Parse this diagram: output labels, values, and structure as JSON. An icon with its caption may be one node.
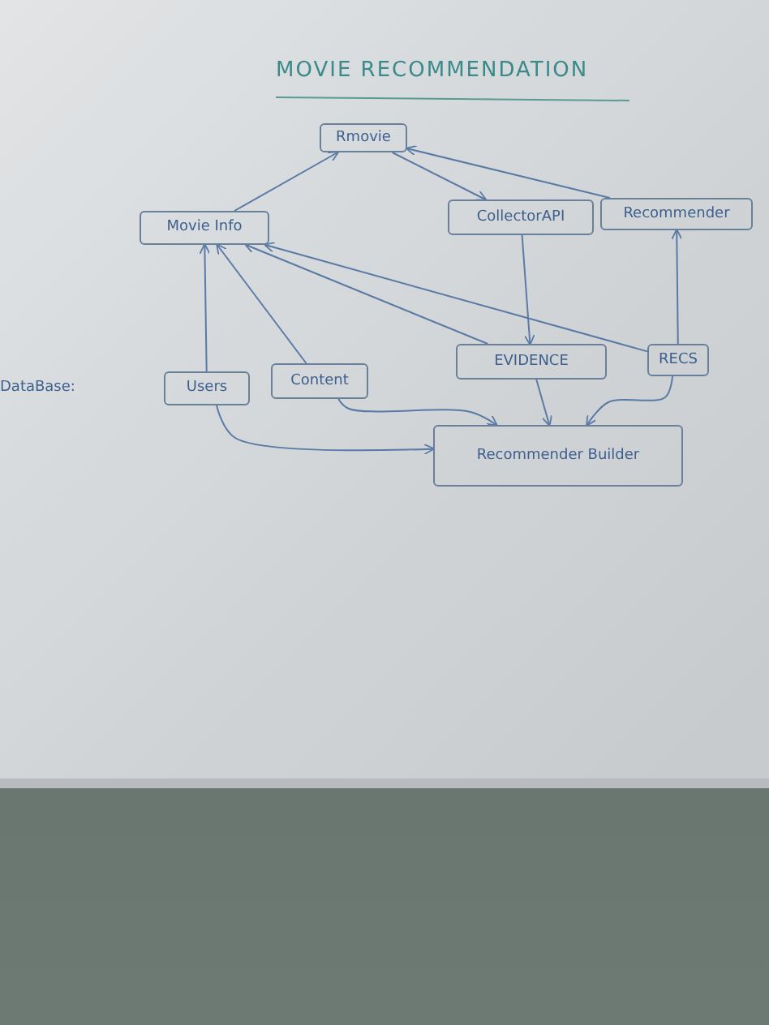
{
  "diagram": {
    "title": "MOVIE RECOMMENDATION",
    "nodes": [
      {
        "text": [
          "Rmovie"
        ]
      },
      {
        "text": [
          "Movie Info"
        ]
      },
      {
        "text": [
          "CollectorAPI"
        ]
      },
      {
        "text": [
          "Recommender"
        ]
      },
      {
        "text": [
          "Users"
        ]
      },
      {
        "text": [
          "Content"
        ]
      },
      {
        "text": [
          "EVIDENCE"
        ]
      },
      {
        "text": [
          "RECS"
        ]
      },
      {
        "text": [
          "Recommender Builder"
        ]
      }
    ],
    "edges": [
      {
        "from": 1,
        "to": 0,
        "arrow": "to"
      },
      {
        "from": 0,
        "to": 2,
        "arrow": "to"
      },
      {
        "from": 3,
        "to": 0,
        "arrow": "to"
      },
      {
        "from": 4,
        "to": 1,
        "arrow": "to"
      },
      {
        "from": 5,
        "to": 1,
        "arrow": "to"
      },
      {
        "from": 6,
        "to": 1,
        "arrow": "to"
      },
      {
        "from": 7,
        "to": 1,
        "arrow": "to"
      },
      {
        "from": 2,
        "to": 6,
        "arrow": "to"
      },
      {
        "from": 7,
        "to": 3,
        "arrow": "to"
      },
      {
        "from": 4,
        "to": 8,
        "arrow": "to"
      },
      {
        "from": 5,
        "to": 8,
        "arrow": "to"
      },
      {
        "from": 6,
        "to": 8,
        "arrow": "to"
      },
      {
        "from": 7,
        "to": 8,
        "arrow": "to"
      }
    ],
    "labels": [
      "DataBase:"
    ]
  }
}
